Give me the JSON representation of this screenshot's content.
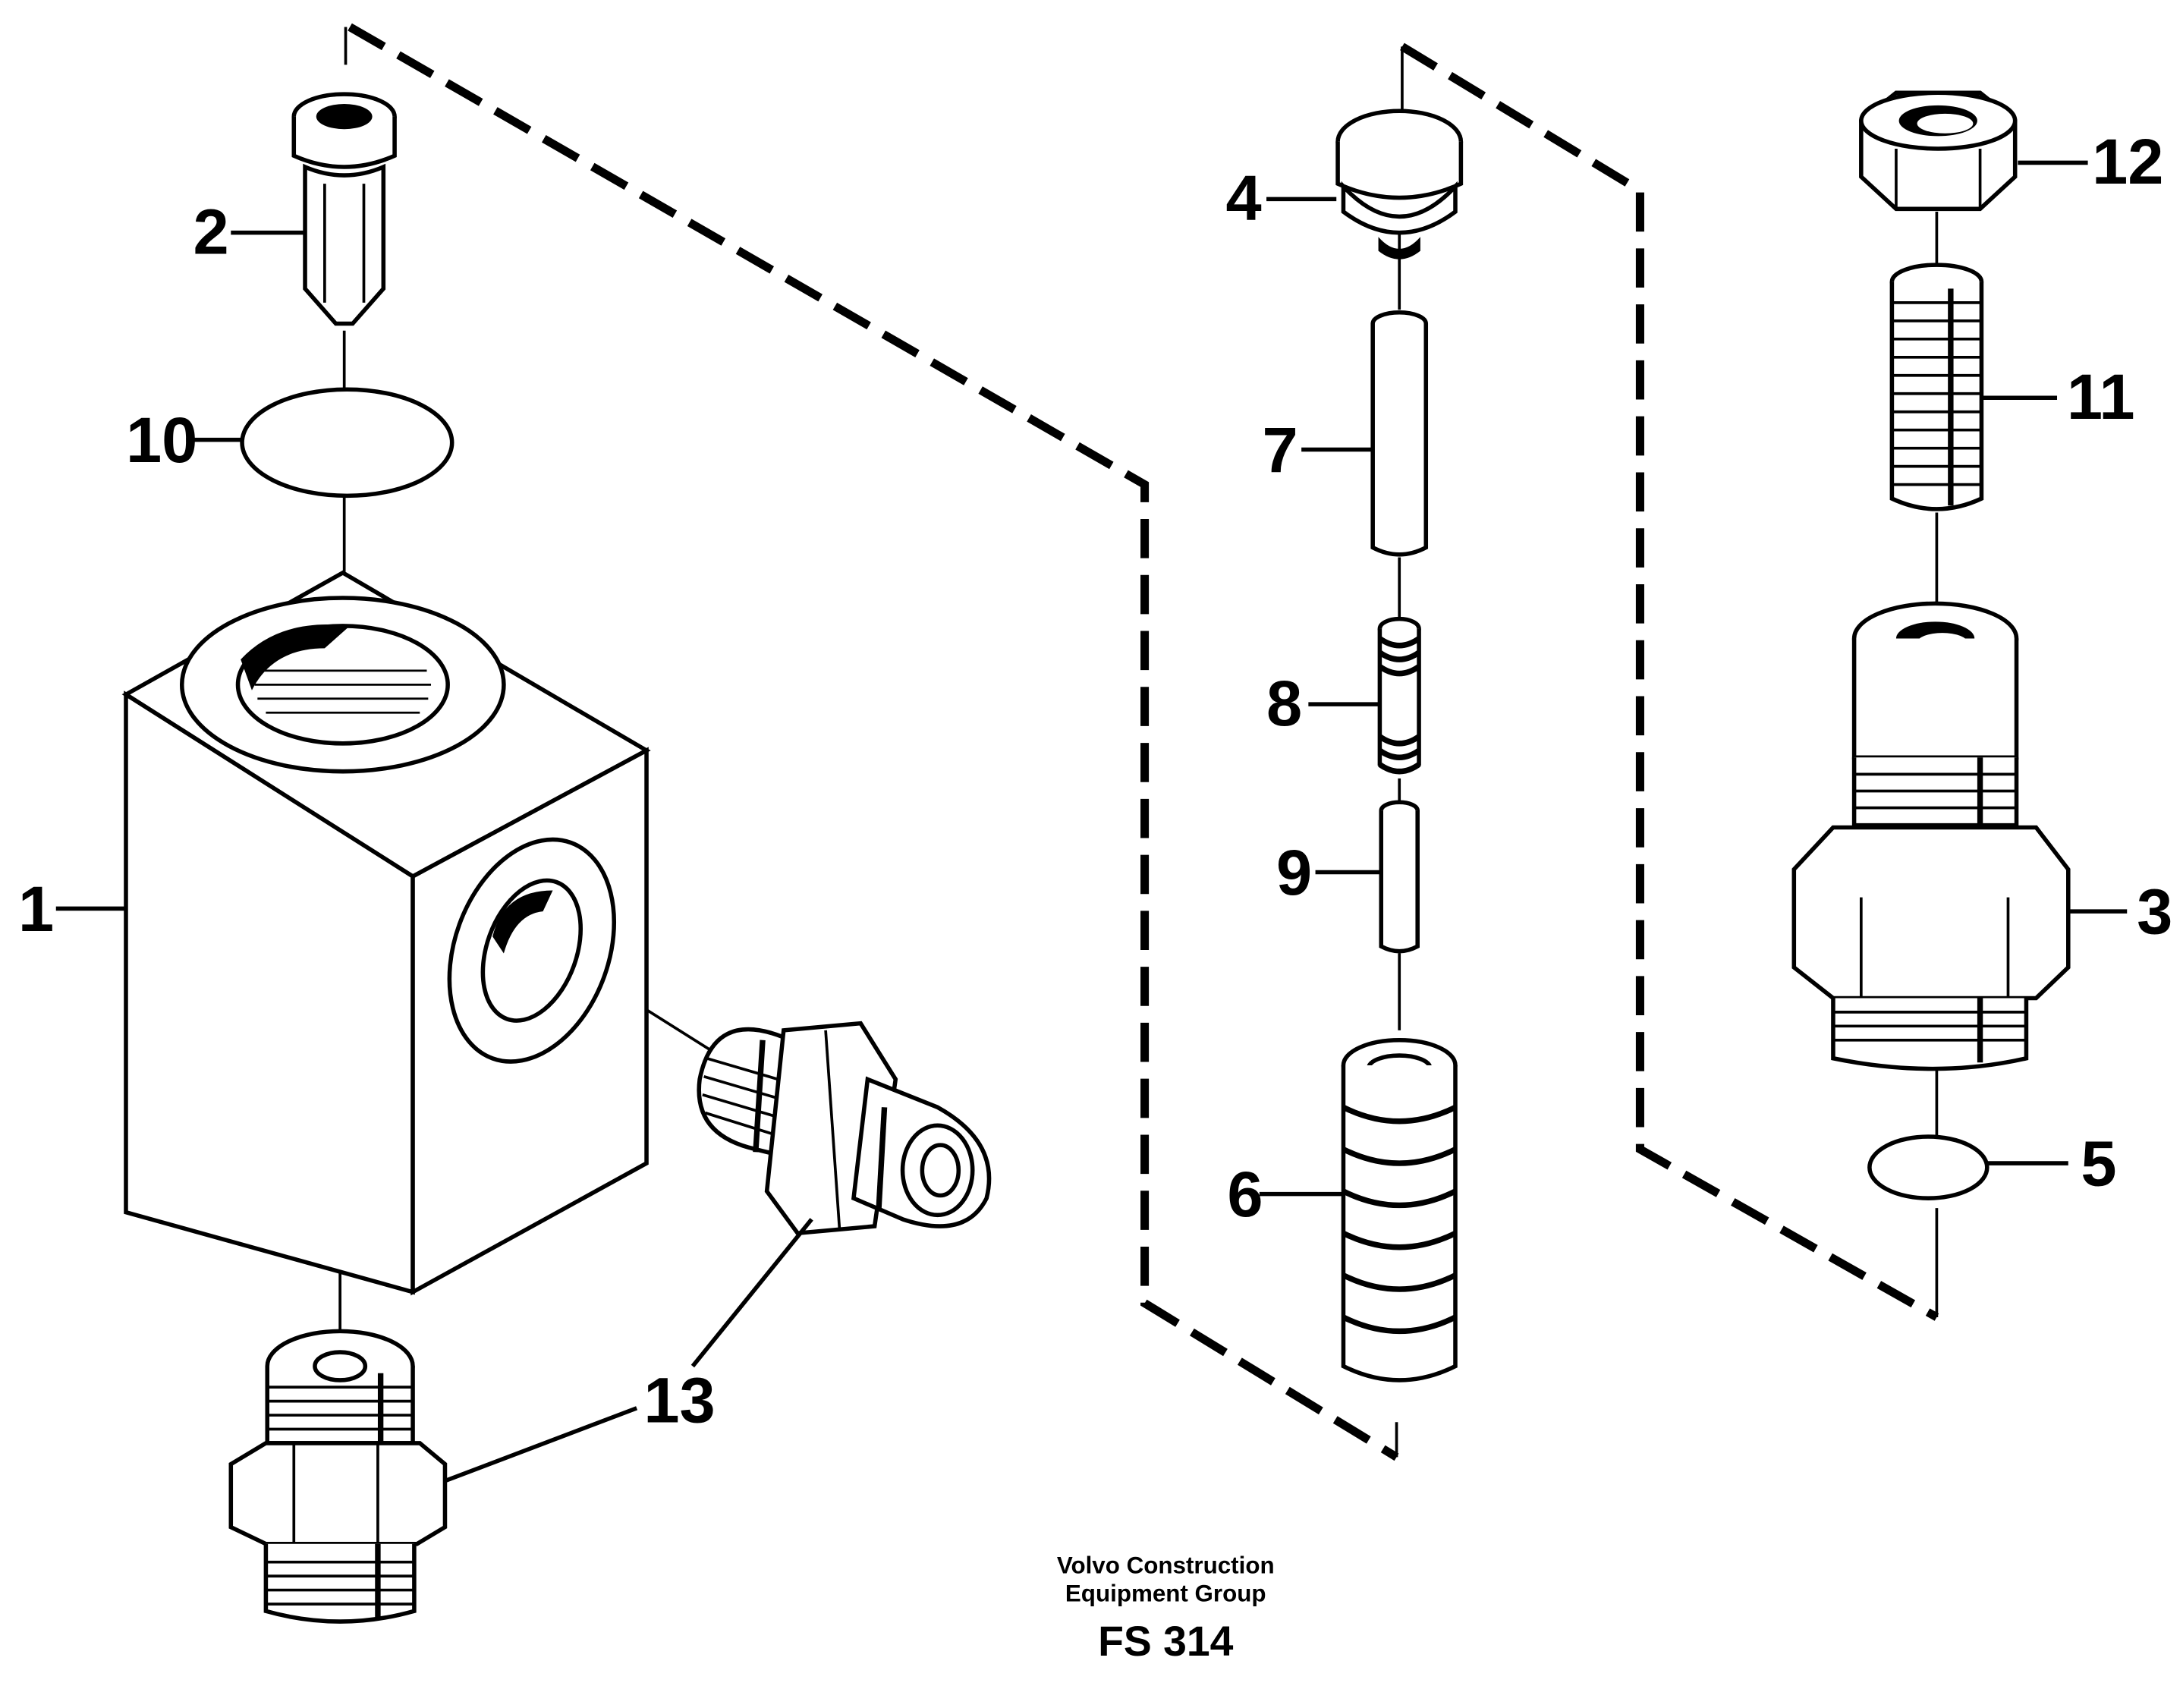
{
  "callouts": [
    {
      "id": "1",
      "label": "1"
    },
    {
      "id": "2",
      "label": "2"
    },
    {
      "id": "3",
      "label": "3"
    },
    {
      "id": "4",
      "label": "4"
    },
    {
      "id": "5",
      "label": "5"
    },
    {
      "id": "6",
      "label": "6"
    },
    {
      "id": "7",
      "label": "7"
    },
    {
      "id": "8",
      "label": "8"
    },
    {
      "id": "9",
      "label": "9"
    },
    {
      "id": "10",
      "label": "10"
    },
    {
      "id": "11",
      "label": "11"
    },
    {
      "id": "12",
      "label": "12"
    },
    {
      "id": "13",
      "label": "13"
    }
  ],
  "footer": {
    "company_line1": "Volvo Construction",
    "company_line2": "Equipment Group",
    "figure_code": "FS 314"
  }
}
